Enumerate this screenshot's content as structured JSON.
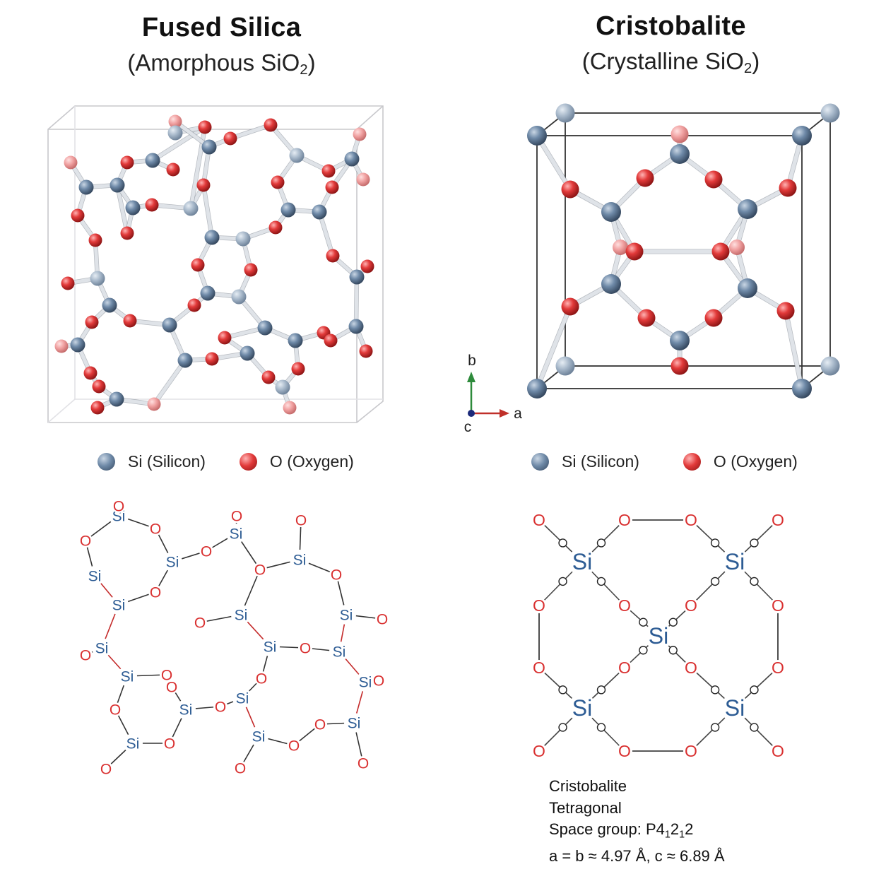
{
  "left": {
    "title": "Fused Silica",
    "subtitle_main": "(Amorphous SiO",
    "subtitle_sub": "2",
    "subtitle_end": ")"
  },
  "right": {
    "title": "Cristobalite",
    "subtitle_main": "(Crystalline SiO",
    "subtitle_sub": "2",
    "subtitle_end": ")"
  },
  "legend": {
    "si_label": "Si (Silicon)",
    "o_label": "O (Oxygen)"
  },
  "axes": {
    "b": "b",
    "a": "a",
    "c": "c"
  },
  "atom_labels": {
    "si": "Si",
    "o": "O"
  },
  "info": {
    "line1": "Cristobalite",
    "line2": "Tetragonal",
    "space_group_label": "Space group: P4",
    "sg_sub1": "1",
    "sg_mid": "2",
    "sg_sub2": "1",
    "sg_end": "2",
    "lattice": "a = b ≈ 4.97 Å, c ≈ 6.89 Å"
  },
  "colors": {
    "si": "#5b7897",
    "o": "#d9282c",
    "si_text": "#2d5c94",
    "o_text": "#d93030",
    "bond": "#c7ccd2",
    "axis_b": "#2e8b3c",
    "axis_a": "#c0302a",
    "axis_c": "#1c2a7a"
  }
}
